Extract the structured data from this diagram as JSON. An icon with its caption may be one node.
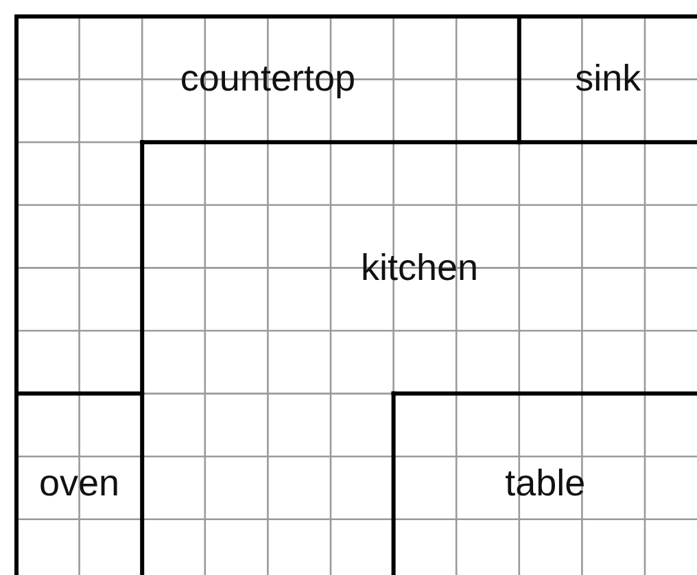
{
  "diagram": {
    "nodes": [
      {
        "text": [
          "countertop"
        ]
      },
      {
        "text": [
          "sink"
        ]
      },
      {
        "text": [
          "kitchen"
        ]
      },
      {
        "text": [
          "oven"
        ]
      },
      {
        "text": [
          "table"
        ]
      }
    ]
  }
}
